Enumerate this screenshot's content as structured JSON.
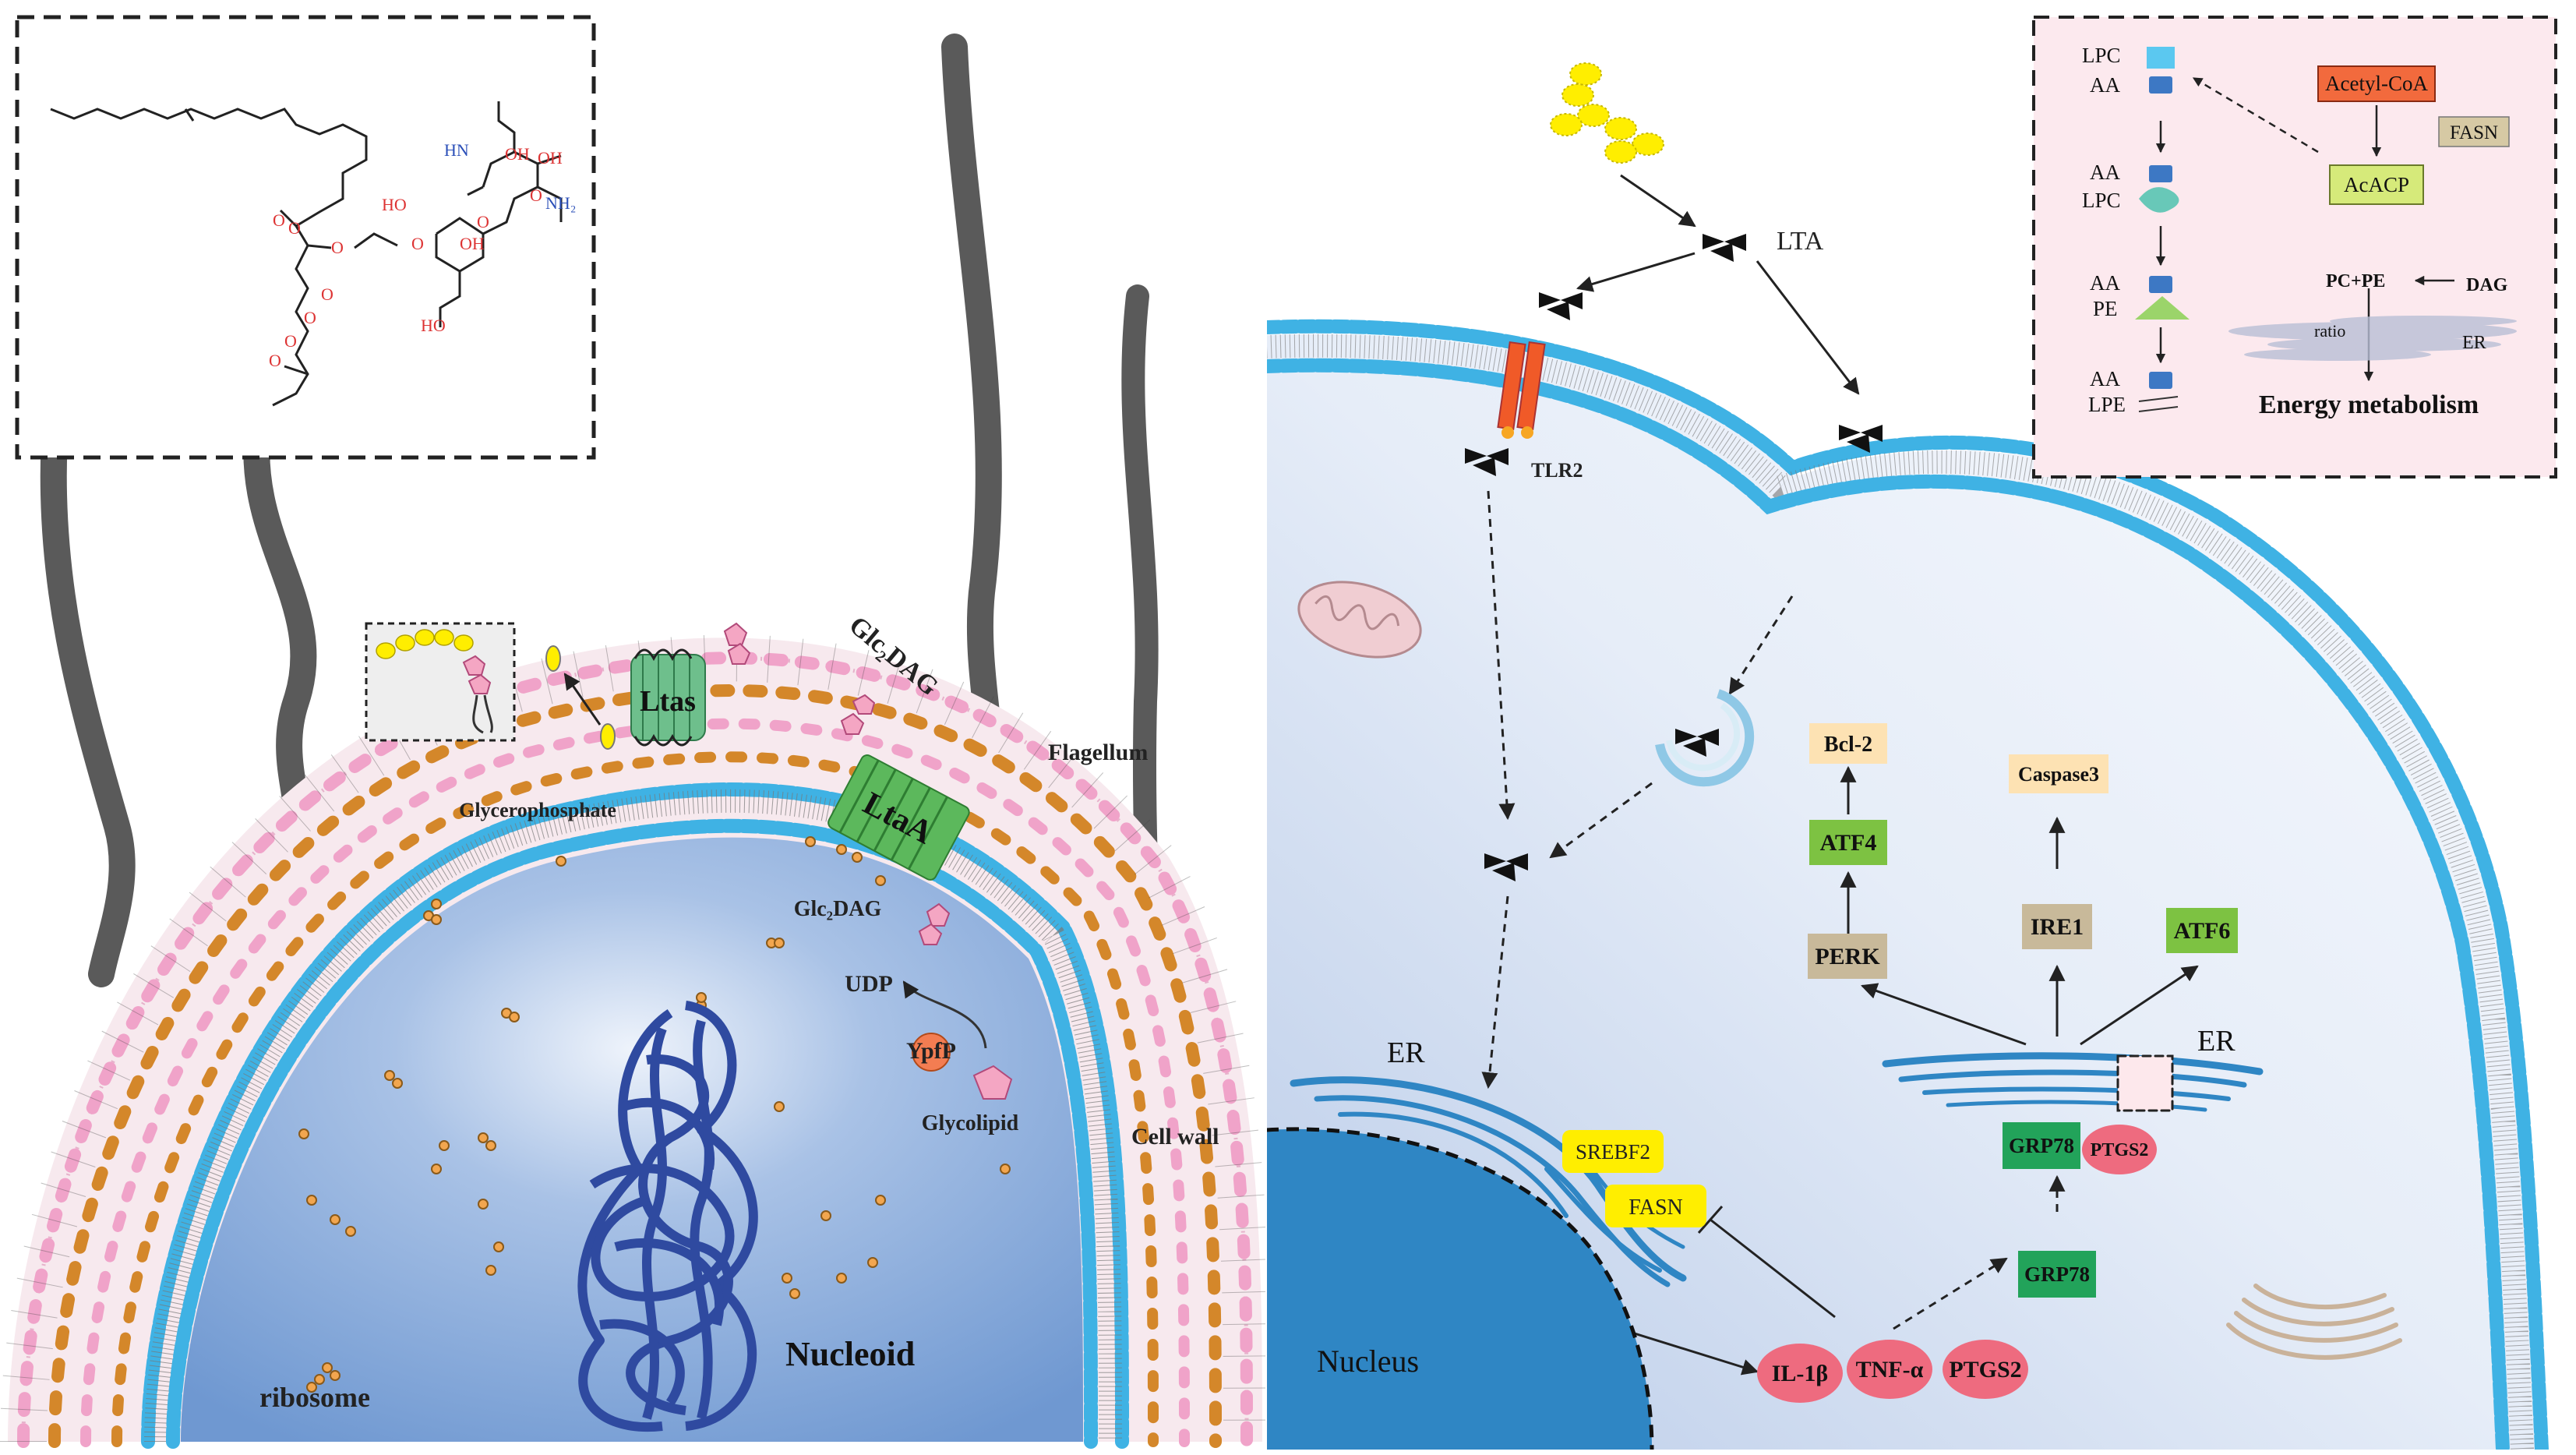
{
  "left_panel": {
    "labels": {
      "flagellum": "Flagellum",
      "cell_wall": "Cell wall",
      "glycerophosphate": "Glycerophosphate",
      "ltas": "Ltas",
      "ltaa": "LtaA",
      "glc2dag_top": "Glc₂DAG",
      "glc2dag_mid": "Glc₂DAG",
      "udp": "UDP",
      "ypfp": "YpfP",
      "glycolipid": "Glycolipid",
      "nucleoid": "Nucleoid",
      "ribosome": "ribosome"
    },
    "structure": {
      "nh": "HN",
      "oh1": "OH",
      "oh2": "HO",
      "oh3": "OH",
      "oh4": "HO",
      "nh2": "NH₂",
      "o_ring1": "O",
      "o_ring2": "O",
      "o_link1": "O",
      "o_link2": "O",
      "o_link3": "O",
      "o_co1": "O",
      "o_co2": "O",
      "o_ester1": "O",
      "o_ester2": "O",
      "o_carbonyl": "O",
      "oh5": "OH"
    }
  },
  "right_panel": {
    "labels": {
      "lta": "LTA",
      "tlr2": "TLR2",
      "er_left": "ER",
      "er_right": "ER",
      "nucleus": "Nucleus",
      "srebf2": "SREBF2",
      "fasn": "FASN",
      "grp78_top": "GRP78",
      "ptgs2_small": "PTGS2",
      "grp78_bottom": "GRP78",
      "il1b": "IL-1β",
      "tnfa": "TNF-α",
      "ptgs2": "PTGS2",
      "perk": "PERK",
      "ire1": "IRE1",
      "atf6": "ATF6",
      "atf4": "ATF4",
      "bcl2": "Bcl-2",
      "caspase3": "Caspase3"
    },
    "inset": {
      "lpc1": "LPC",
      "aa1": "AA",
      "aa2": "AA",
      "lpc2": "LPC",
      "aa3": "AA",
      "pe": "PE",
      "aa4": "AA",
      "lpe": "LPE",
      "acetyl_coa": "Acetyl-CoA",
      "fasn": "FASN",
      "acacp": "AcACP",
      "pc_pe": "PC+PE",
      "dag": "DAG",
      "ratio": "ratio",
      "er": "ER",
      "energy": "Energy metabolism"
    }
  },
  "colors": {
    "cytoplasm": "#7fa4d6",
    "membrane_blue": "#3fb2e4",
    "wall_orange": "#d4872a",
    "wall_pink": "#f0a3c9",
    "flagellum": "#5a5a5a",
    "ltas_green": "#6ebf8c",
    "ltaa_green": "#5cb85c",
    "nucleoid": "#2f4aa0",
    "tlr2": "#f05a28",
    "yellow_box": "#ffee00",
    "grp78": "#22a35a",
    "pink_oval": "#ee6b7f",
    "tan_box": "#c8b99a",
    "green_box": "#7dc242",
    "peach_box": "#fde2b3",
    "nucleus": "#2f86c4",
    "er_blue": "#2f86c4",
    "inset_bg": "#fce9ee",
    "acetyl_coa": "#f26a3d",
    "acacp": "#d6ea7a"
  }
}
